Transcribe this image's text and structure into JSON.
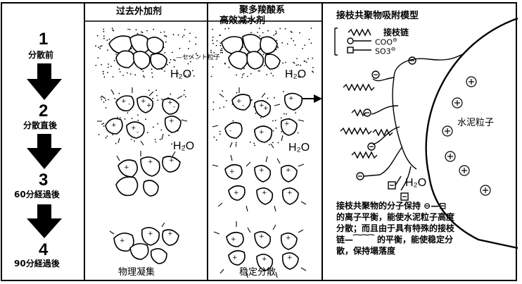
{
  "header": {
    "col_past": "过去外加剂",
    "col_poly_line1": "聚多羧酸系",
    "col_poly_line2": "高效减水剂",
    "col_model": "接枝共聚物吸附模型"
  },
  "legend": {
    "graft_chain": "接枝链",
    "coo": "COO",
    "so3": "SO3",
    "minus_sign": "⊖"
  },
  "steps": [
    {
      "num": "1",
      "label": "分散前"
    },
    {
      "num": "2",
      "label": "分散直後"
    },
    {
      "num": "3",
      "label": "60分経過後"
    },
    {
      "num": "4",
      "label": "90分経過後"
    }
  ],
  "labels": {
    "cement_particle": "セメント粒子",
    "h2o": "H₂O",
    "physical_coagulation": "物理凝集",
    "stable_dispersion": "稳定分散",
    "cement_particle_cn": "水泥粒子"
  },
  "note_lines": [
    "接枝共聚物的分子保持 ⊖—⊟",
    "的离子平衡，能使水泥粒子高度",
    "分散；而且由于具有特殊的接枝",
    "链—⁀⁀⁀ 的平衡，能使稳定分",
    "散，保持塌落度"
  ]
}
